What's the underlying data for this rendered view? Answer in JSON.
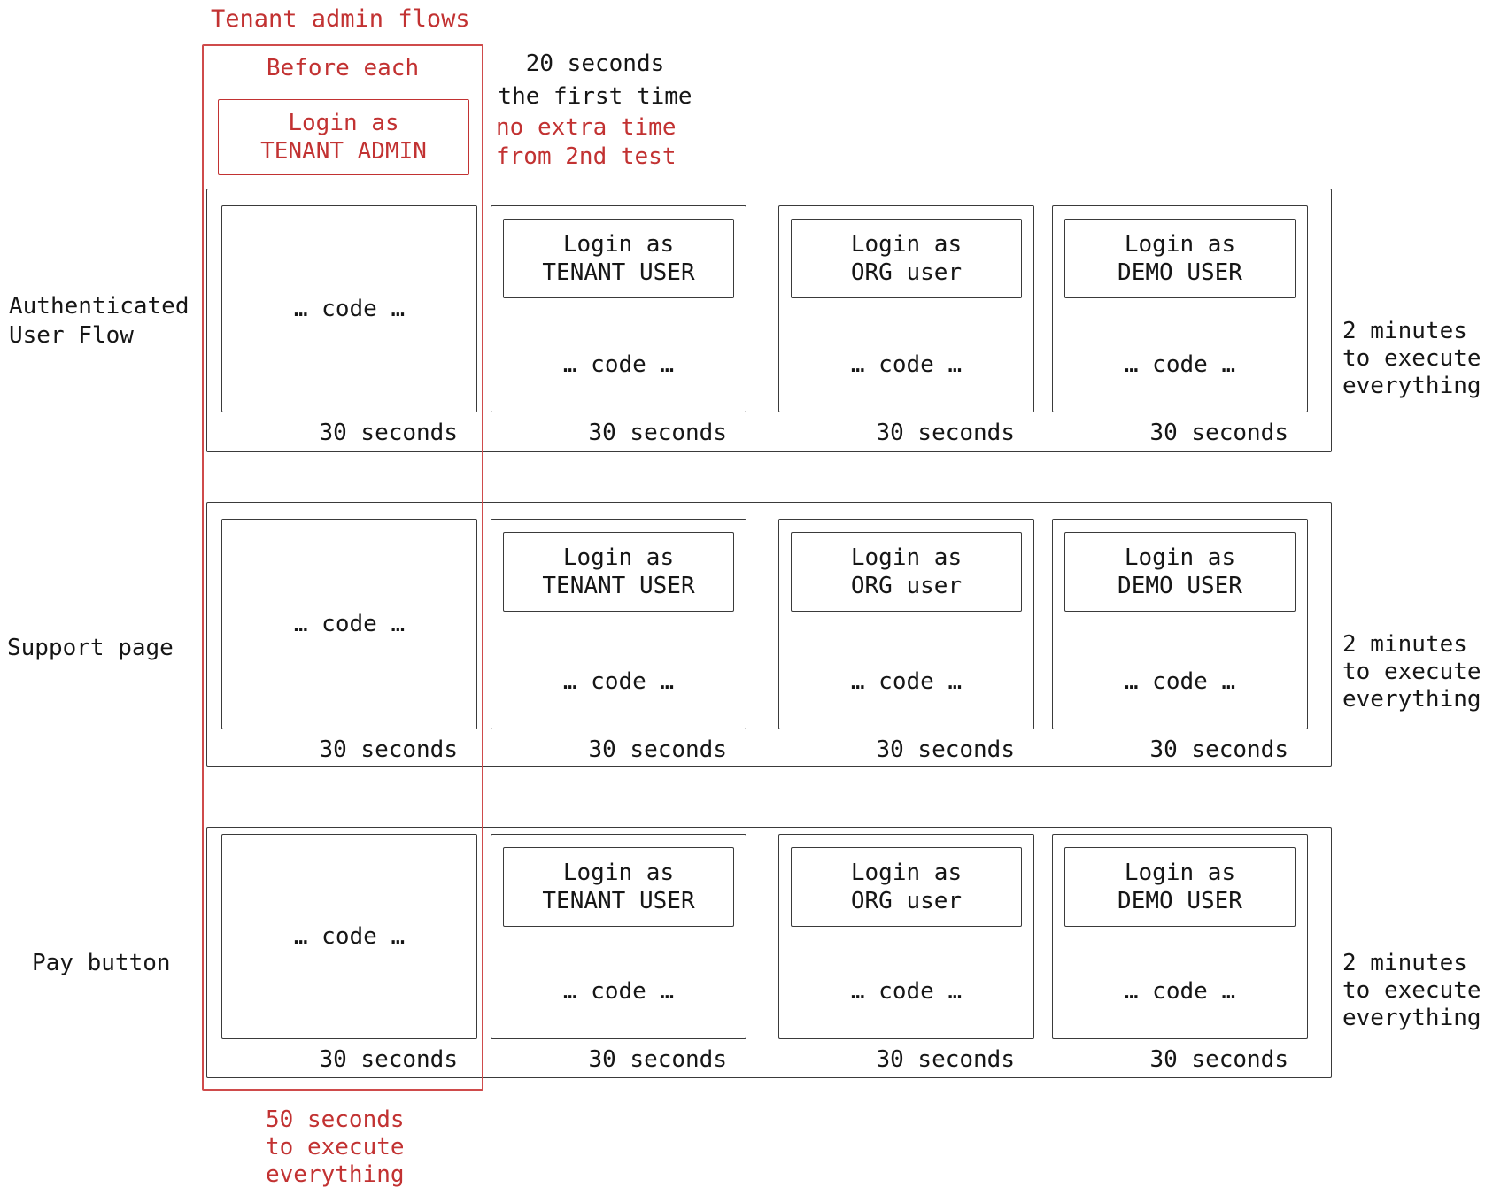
{
  "colors": {
    "accent_red": "#c23232",
    "ink": "#161616",
    "box_border": "#3a3a3a"
  },
  "header": {
    "title": "Tenant admin flows",
    "before_each_label": "Before each",
    "admin_login_lines": [
      "Login as",
      "TENANT ADMIN"
    ],
    "first_time_note_lines": [
      "20 seconds",
      "the first time"
    ],
    "no_extra_note_lines": [
      "no extra time",
      "from 2nd test"
    ]
  },
  "setup_total_note_lines": [
    "50 seconds",
    "to execute",
    "everything"
  ],
  "rows": [
    {
      "label_lines": [
        "Authenticated",
        "User Flow"
      ],
      "right_note_lines": [
        "2 minutes",
        "to execute",
        "everything"
      ],
      "boxes": [
        {
          "code": "… code …",
          "duration": "30 seconds"
        },
        {
          "login_lines": [
            "Login as",
            "TENANT USER"
          ],
          "code": "… code …",
          "duration": "30 seconds"
        },
        {
          "login_lines": [
            "Login as",
            "ORG user"
          ],
          "code": "… code …",
          "duration": "30 seconds"
        },
        {
          "login_lines": [
            "Login as",
            "DEMO USER"
          ],
          "code": "… code …",
          "duration": "30 seconds"
        }
      ]
    },
    {
      "label_lines": [
        "Support page"
      ],
      "right_note_lines": [
        "2 minutes",
        "to execute",
        "everything"
      ],
      "boxes": [
        {
          "code": "… code …",
          "duration": "30 seconds"
        },
        {
          "login_lines": [
            "Login as",
            "TENANT USER"
          ],
          "code": "… code …",
          "duration": "30 seconds"
        },
        {
          "login_lines": [
            "Login as",
            "ORG user"
          ],
          "code": "… code …",
          "duration": "30 seconds"
        },
        {
          "login_lines": [
            "Login as",
            "DEMO USER"
          ],
          "code": "… code …",
          "duration": "30 seconds"
        }
      ]
    },
    {
      "label_lines": [
        "Pay button"
      ],
      "right_note_lines": [
        "2 minutes",
        "to execute",
        "everything"
      ],
      "boxes": [
        {
          "code": "… code …",
          "duration": "30 seconds"
        },
        {
          "login_lines": [
            "Login as",
            "TENANT USER"
          ],
          "code": "… code …",
          "duration": "30 seconds"
        },
        {
          "login_lines": [
            "Login as",
            "ORG user"
          ],
          "code": "… code …",
          "duration": "30 seconds"
        },
        {
          "login_lines": [
            "Login as",
            "DEMO USER"
          ],
          "code": "… code …",
          "duration": "30 seconds"
        }
      ]
    }
  ]
}
